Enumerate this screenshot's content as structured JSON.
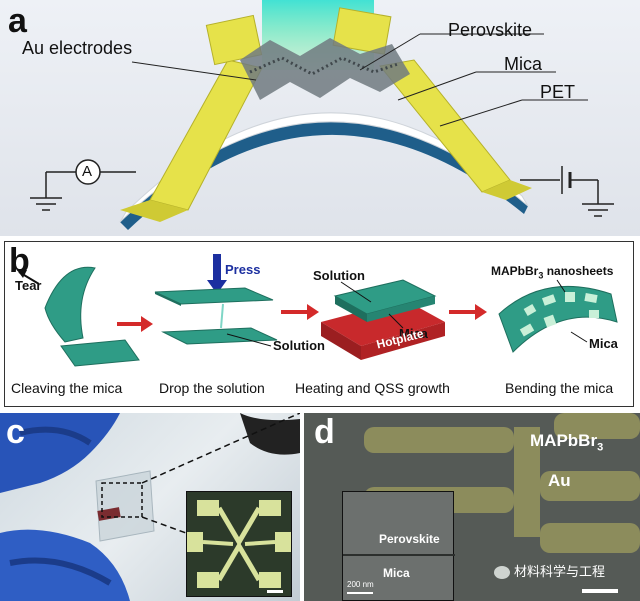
{
  "panel_a": {
    "letter": "a",
    "labels": {
      "au_electrodes": "Au electrodes",
      "perovskite": "Perovskite",
      "mica": "Mica",
      "pet": "PET",
      "ammeter": "A"
    }
  },
  "panel_b": {
    "letter": "b",
    "step_labels": {
      "tear": "Tear",
      "press": "Press",
      "solution_drop": "Solution",
      "solution_top": "Solution",
      "mica_stack": "Mica",
      "hotplate": "Hotplate",
      "nanosheets_prefix": "MAPbBr",
      "nanosheets_sub": "3",
      "nanosheets_suffix": " nanosheets",
      "mica_bent": "Mica"
    },
    "captions": [
      "Cleaving the mica",
      "Drop the solution",
      "Heating and QSS growth",
      "Bending the mica"
    ]
  },
  "panel_c": {
    "letter": "c"
  },
  "panel_d": {
    "letter": "d",
    "labels": {
      "mapbbr_prefix": "MAPbBr",
      "mapbbr_sub": "3",
      "au": "Au",
      "perovskite": "Perovskite",
      "mica": "Mica",
      "scale_inset": "200 nm"
    }
  },
  "watermark": "材料科学与工程",
  "colors": {
    "au": "#e6e24a",
    "mica": "#ffffff",
    "pet": "#1f5e8a",
    "teal": "#2f9c86",
    "hotplate": "#c8292c",
    "arrow_red": "#d42a2a",
    "press_blue": "#1c2fa0"
  }
}
